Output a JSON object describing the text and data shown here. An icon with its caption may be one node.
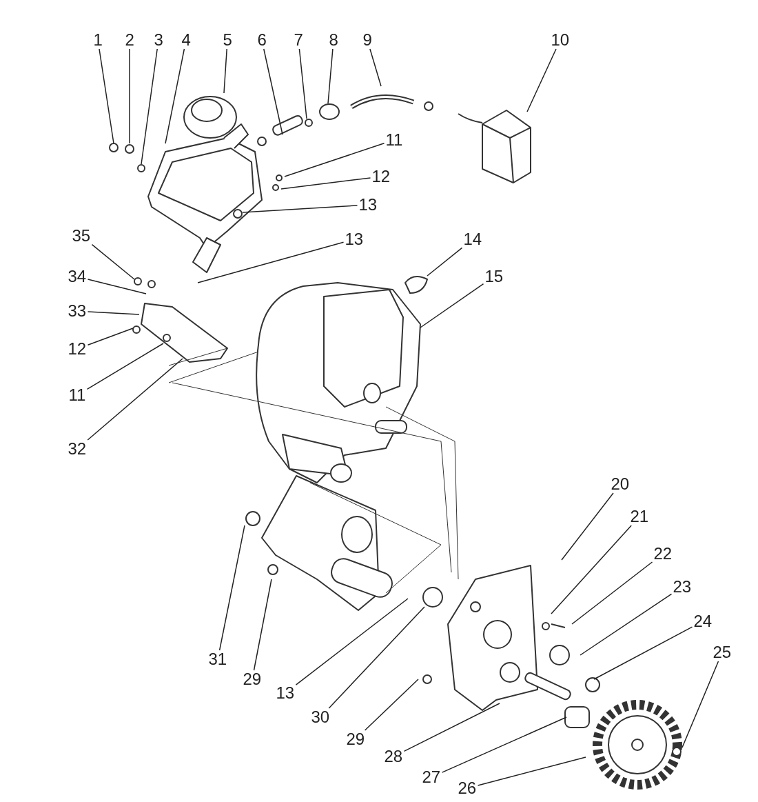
{
  "diagram": {
    "nodes": [
      {
        "text": [
          "1"
        ]
      },
      {
        "text": [
          "2"
        ]
      },
      {
        "text": [
          "3"
        ]
      },
      {
        "text": [
          "4"
        ]
      },
      {
        "text": [
          "5"
        ]
      },
      {
        "text": [
          "6"
        ]
      },
      {
        "text": [
          "7"
        ]
      },
      {
        "text": [
          "8"
        ]
      },
      {
        "text": [
          "9"
        ]
      },
      {
        "text": [
          "10"
        ]
      },
      {
        "text": [
          "11"
        ]
      },
      {
        "text": [
          "12"
        ]
      },
      {
        "text": [
          "13"
        ]
      },
      {
        "text": [
          "13"
        ]
      },
      {
        "text": [
          "14"
        ]
      },
      {
        "text": [
          "15"
        ]
      },
      {
        "text": [
          "35"
        ]
      },
      {
        "text": [
          "34"
        ]
      },
      {
        "text": [
          "33"
        ]
      },
      {
        "text": [
          "12"
        ]
      },
      {
        "text": [
          "11"
        ]
      },
      {
        "text": [
          "32"
        ]
      },
      {
        "text": [
          "20"
        ]
      },
      {
        "text": [
          "21"
        ]
      },
      {
        "text": [
          "22"
        ]
      },
      {
        "text": [
          "23"
        ]
      },
      {
        "text": [
          "24"
        ]
      },
      {
        "text": [
          "25"
        ]
      },
      {
        "text": [
          "26"
        ]
      },
      {
        "text": [
          "27"
        ]
      },
      {
        "text": [
          "28"
        ]
      },
      {
        "text": [
          "29"
        ]
      },
      {
        "text": [
          "30"
        ]
      },
      {
        "text": [
          "13"
        ]
      },
      {
        "text": [
          "29"
        ]
      },
      {
        "text": [
          "31"
        ]
      }
    ],
    "edges": [
      {
        "from": 0,
        "to": null,
        "arrow": "none"
      },
      {
        "from": 1,
        "to": null,
        "arrow": "none"
      },
      {
        "from": 2,
        "to": null,
        "arrow": "none"
      },
      {
        "from": 3,
        "to": null,
        "arrow": "none"
      },
      {
        "from": 4,
        "to": null,
        "arrow": "none"
      },
      {
        "from": 5,
        "to": null,
        "arrow": "none"
      },
      {
        "from": 6,
        "to": null,
        "arrow": "none"
      },
      {
        "from": 7,
        "to": null,
        "arrow": "none"
      },
      {
        "from": 8,
        "to": null,
        "arrow": "none"
      },
      {
        "from": 9,
        "to": null,
        "arrow": "none"
      },
      {
        "from": 10,
        "to": null,
        "arrow": "none"
      },
      {
        "from": 11,
        "to": null,
        "arrow": "none"
      },
      {
        "from": 12,
        "to": null,
        "arrow": "none"
      },
      {
        "from": 13,
        "to": null,
        "arrow": "none"
      },
      {
        "from": 14,
        "to": null,
        "arrow": "none"
      },
      {
        "from": 15,
        "to": null,
        "arrow": "none"
      },
      {
        "from": 16,
        "to": null,
        "arrow": "none"
      },
      {
        "from": 17,
        "to": null,
        "arrow": "none"
      },
      {
        "from": 18,
        "to": null,
        "arrow": "none"
      },
      {
        "from": 19,
        "to": null,
        "arrow": "none"
      },
      {
        "from": 20,
        "to": null,
        "arrow": "none"
      },
      {
        "from": 21,
        "to": null,
        "arrow": "none"
      },
      {
        "from": 22,
        "to": null,
        "arrow": "none"
      },
      {
        "from": 23,
        "to": null,
        "arrow": "none"
      },
      {
        "from": 24,
        "to": null,
        "arrow": "none"
      },
      {
        "from": 25,
        "to": null,
        "arrow": "none"
      },
      {
        "from": 26,
        "to": null,
        "arrow": "none"
      },
      {
        "from": 27,
        "to": null,
        "arrow": "none"
      },
      {
        "from": 28,
        "to": null,
        "arrow": "none"
      },
      {
        "from": 29,
        "to": null,
        "arrow": "none"
      },
      {
        "from": 30,
        "to": null,
        "arrow": "none"
      },
      {
        "from": 31,
        "to": null,
        "arrow": "none"
      },
      {
        "from": 32,
        "to": null,
        "arrow": "none"
      },
      {
        "from": 33,
        "to": null,
        "arrow": "none"
      },
      {
        "from": 34,
        "to": null,
        "arrow": "none"
      },
      {
        "from": 35,
        "to": null,
        "arrow": "none"
      }
    ]
  }
}
